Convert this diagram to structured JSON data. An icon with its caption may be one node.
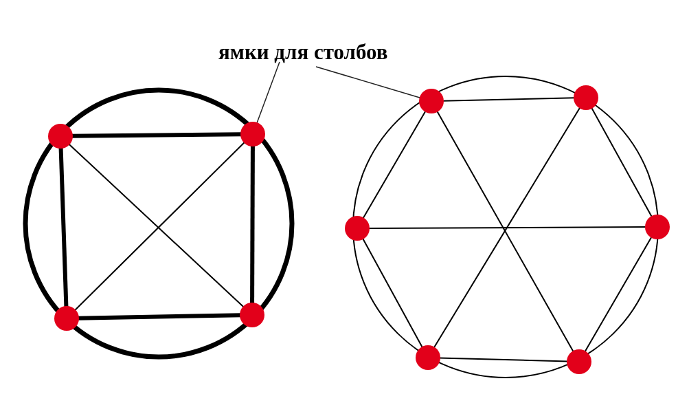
{
  "diagram": {
    "nodes": [
      {
        "text": [
          "ямки для столбов"
        ]
      },
      {
        "text": [],
        "shape": "circle"
      },
      {
        "text": [],
        "shape": "circle"
      },
      {
        "text": [],
        "shape": "circle"
      },
      {
        "text": [],
        "shape": "circle"
      },
      {
        "text": [],
        "shape": "circle"
      },
      {
        "text": [],
        "shape": "circle"
      },
      {
        "text": [],
        "shape": "circle"
      },
      {
        "text": [],
        "shape": "circle"
      },
      {
        "text": [],
        "shape": "circle"
      },
      {
        "text": [],
        "shape": "circle"
      }
    ],
    "edges": [
      {
        "from": 1,
        "to": 2,
        "arrow": "none",
        "style": "thick"
      },
      {
        "from": 2,
        "to": 4,
        "arrow": "none",
        "style": "thick"
      },
      {
        "from": 4,
        "to": 3,
        "arrow": "none",
        "style": "thick"
      },
      {
        "from": 3,
        "to": 1,
        "arrow": "none",
        "style": "thick"
      },
      {
        "from": 1,
        "to": 4,
        "arrow": "none"
      },
      {
        "from": 2,
        "to": 3,
        "arrow": "none"
      },
      {
        "from": 5,
        "to": 6,
        "arrow": "none"
      },
      {
        "from": 6,
        "to": 8,
        "arrow": "none"
      },
      {
        "from": 8,
        "to": 10,
        "arrow": "none"
      },
      {
        "from": 10,
        "to": 9,
        "arrow": "none"
      },
      {
        "from": 9,
        "to": 7,
        "arrow": "none"
      },
      {
        "from": 7,
        "to": 5,
        "arrow": "none"
      },
      {
        "from": 5,
        "to": 10,
        "arrow": "none"
      },
      {
        "from": 6,
        "to": 9,
        "arrow": "none"
      },
      {
        "from": 7,
        "to": 8,
        "arrow": "none"
      },
      {
        "from": 0,
        "to": 2,
        "arrow": "none"
      },
      {
        "from": 0,
        "to": 5,
        "arrow": "none"
      }
    ]
  }
}
